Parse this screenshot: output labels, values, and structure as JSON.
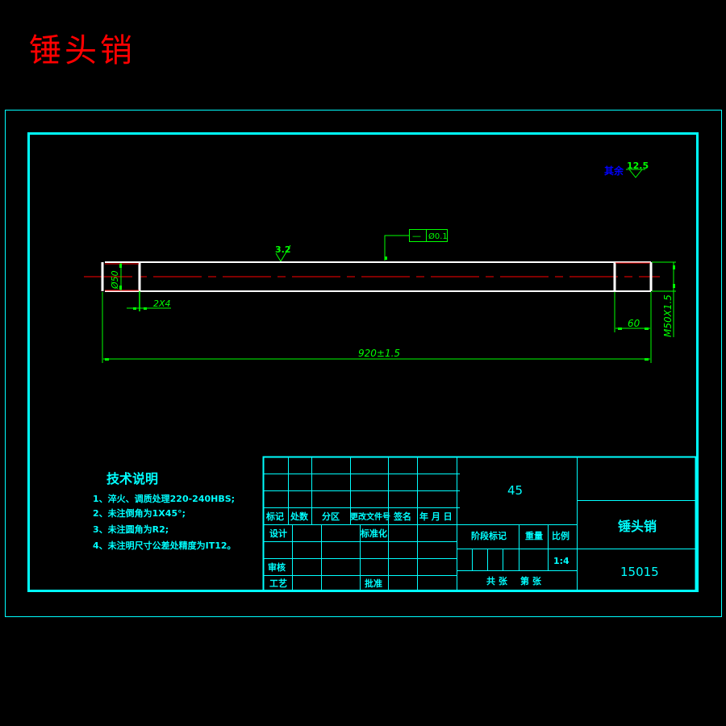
{
  "drawing": {
    "heading": "锤头销",
    "colors": {
      "background": "#000000",
      "frame": "#00ffff",
      "part_outline": "#ffffff",
      "center_line": "#ff0000",
      "dimension": "#00ff00",
      "heading": "#ff0000",
      "roughness_label": "#0000ff"
    },
    "roughness": {
      "other_label": "其余",
      "other_value": "12.5",
      "surface_value": "3.2"
    },
    "geometric_tolerance": {
      "symbol": "—",
      "value": "Ø0.1"
    },
    "dimensions": {
      "diameter": "Ø50",
      "chamfer": "2X4",
      "thread_length": "60",
      "thread": "M50X1.5",
      "overall_length": "920±1.5"
    }
  },
  "technical_notes": {
    "title": "技术说明",
    "items": [
      "1、淬火、调质处理220-240HBS;",
      "2、未注倒角为1X45°;",
      "3、未注圆角为R2;",
      "4、未注明尺寸公差处精度为IT12。"
    ]
  },
  "title_block": {
    "revision_headers": [
      "标记",
      "处数",
      "分区",
      "更改文件号",
      "签名",
      "年 月 日"
    ],
    "design_label": "设计",
    "standardization_label": "标准化",
    "review_label": "审核",
    "process_label": "工艺",
    "approval_label": "批准",
    "material": "45",
    "stage_mark_label": "阶段标记",
    "weight_label": "重量",
    "scale_label": "比例",
    "scale_value": "1:4",
    "sheets_total_label": "共 张",
    "sheet_number_label": "第 张",
    "part_name": "锤头销",
    "drawing_number": "15015"
  }
}
